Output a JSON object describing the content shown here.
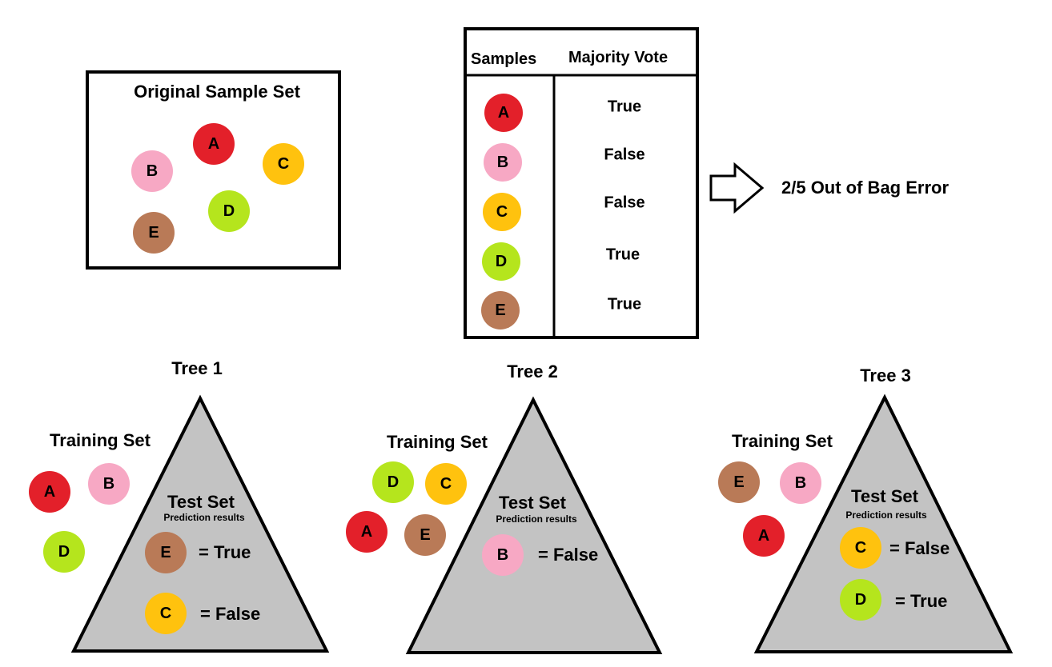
{
  "colors": {
    "A": "#e3202a",
    "B": "#f7a8c4",
    "C": "#ffc20e",
    "D": "#b5e51d",
    "E": "#b97a57",
    "triangle_fill": "#c3c3c3"
  },
  "original": {
    "title": "Original Sample Set",
    "samples": [
      "A",
      "B",
      "C",
      "D",
      "E"
    ]
  },
  "vote_table": {
    "header_samples": "Samples",
    "header_vote": "Majority Vote",
    "rows": [
      {
        "sample": "A",
        "vote": "True"
      },
      {
        "sample": "B",
        "vote": "False"
      },
      {
        "sample": "C",
        "vote": "False"
      },
      {
        "sample": "D",
        "vote": "True"
      },
      {
        "sample": "E",
        "vote": "True"
      }
    ]
  },
  "oob_label": "2/5 Out of Bag Error",
  "trees": [
    {
      "title": "Tree 1",
      "training_label": "Training Set",
      "training": [
        "A",
        "B",
        "D"
      ],
      "test_label": "Test Set",
      "prediction_label": "Prediction results",
      "results": [
        {
          "sample": "E",
          "text": "= True"
        },
        {
          "sample": "C",
          "text": "= False"
        }
      ]
    },
    {
      "title": "Tree 2",
      "training_label": "Training Set",
      "training": [
        "D",
        "C",
        "A",
        "E"
      ],
      "test_label": "Test Set",
      "prediction_label": "Prediction results",
      "results": [
        {
          "sample": "B",
          "text": "= False"
        }
      ]
    },
    {
      "title": "Tree 3",
      "training_label": "Training Set",
      "training": [
        "E",
        "B",
        "A"
      ],
      "test_label": "Test Set",
      "prediction_label": "Prediction results",
      "results": [
        {
          "sample": "C",
          "text": "= False"
        },
        {
          "sample": "D",
          "text": "= True"
        }
      ]
    }
  ]
}
